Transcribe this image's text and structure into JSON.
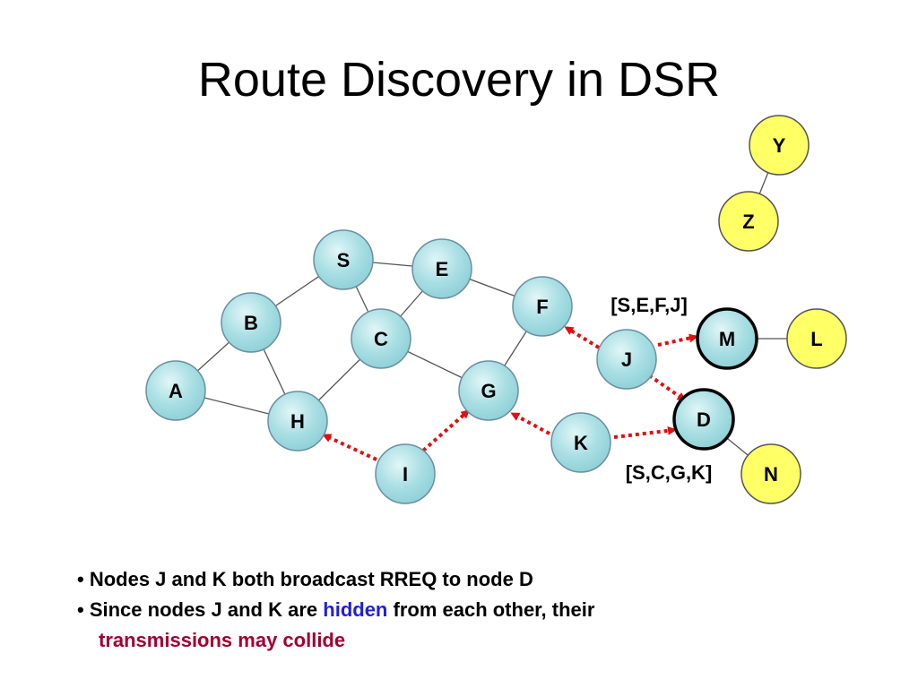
{
  "title": "Route Discovery in DSR",
  "colors": {
    "node_fill": "#a6dde2",
    "node_fill_light": "#d4f0f2",
    "node_stroke": "#6a8fa2",
    "yellow_fill": "#ffff66",
    "yellow_stroke": "#555555",
    "edge": "#555555",
    "arrow": "#dd1111",
    "hidden_word": "#1f1fd6",
    "collide_text": "#a00030"
  },
  "nodes": {
    "S": "S",
    "E": "E",
    "B": "B",
    "C": "C",
    "F": "F",
    "A": "A",
    "G": "G",
    "H": "H",
    "I": "I",
    "K": "K",
    "J": "J",
    "M": "M",
    "D": "D",
    "Y": "Y",
    "Z": "Z",
    "L": "L",
    "N": "N"
  },
  "route_labels": {
    "via_j": "[S,E,F,J]",
    "via_k": "[S,C,G,K]"
  },
  "bullets": {
    "b1_marker": "•",
    "b1_text": "Nodes J and K both broadcast RREQ to node D",
    "b2_marker": "•",
    "b2_before": "Since nodes J and K are ",
    "b2_hidden": "hidden",
    "b2_after": " from each other, their",
    "b2_line2": "transmissions may collide"
  }
}
